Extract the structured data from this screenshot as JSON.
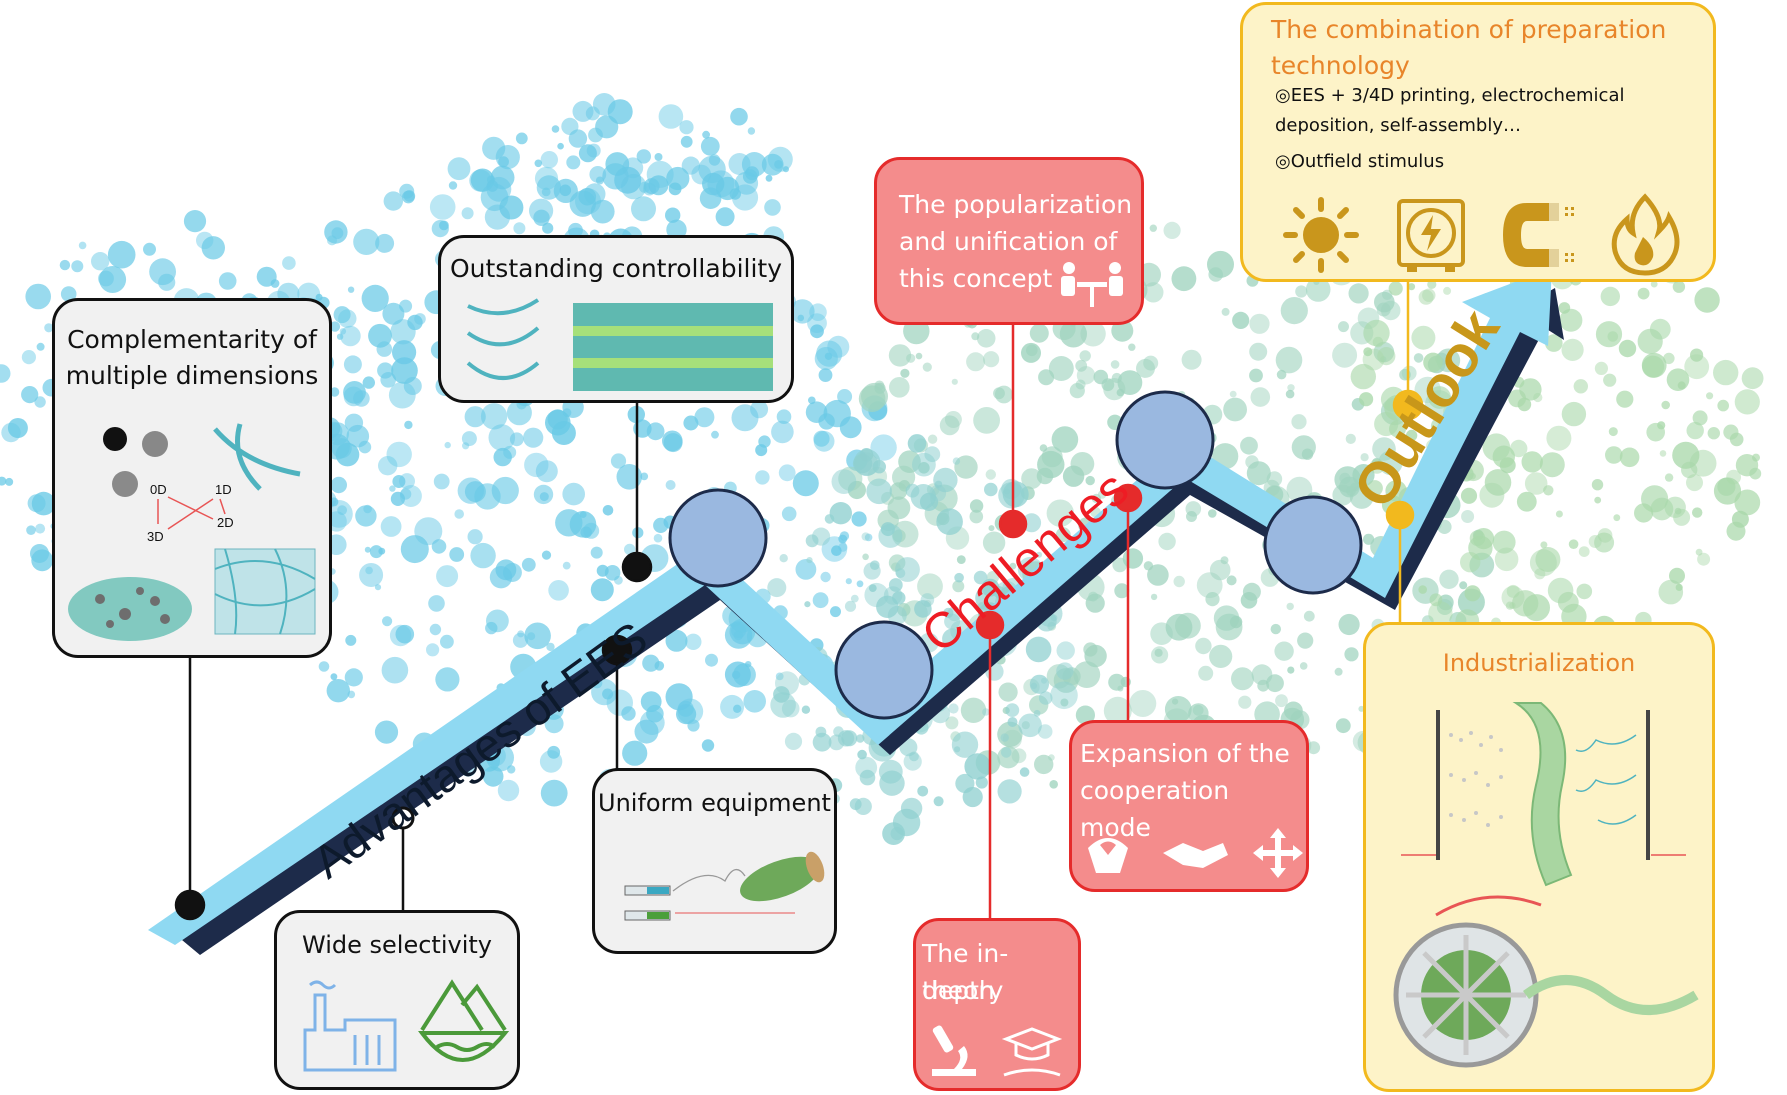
{
  "advantages": {
    "arrow_label": "Advantages of EES",
    "complementarity": {
      "title_line1": "Complementarity of",
      "title_line2": "multiple dimensions",
      "label_0d": "0D",
      "label_1d": "1D",
      "label_2d": "2D",
      "label_3d": "3D"
    },
    "controllability": {
      "title": "Outstanding controllability"
    },
    "uniform_equipment": {
      "title": "Uniform equipment"
    },
    "wide_selectivity": {
      "title": "Wide selectivity"
    }
  },
  "challenges": {
    "arrow_label": "Challenges",
    "popularization": {
      "line1": "The popularization",
      "line2": "and unification of",
      "line3": "this concept"
    },
    "expansion": {
      "line1": "Expansion of the",
      "line2": "cooperation mode"
    },
    "theory": {
      "line1": "The in-depth",
      "line2": "theory"
    }
  },
  "outlook": {
    "arrow_label": "Outlook",
    "combination": {
      "title_line1": "The combination of preparation",
      "title_line2": "technology",
      "bullet1_line1": "◎EES + 3/4D printing, electrochemical",
      "bullet1_line2": "deposition, self-assembly…",
      "bullet2": "◎Outfield stimulus"
    },
    "industrialization": {
      "title": "Industrialization"
    }
  },
  "colors": {
    "arrow_fill": "#8fd9f2",
    "node_fill": "#9ab8e0",
    "black_accent": "#111111",
    "red_accent": "#e52b2b",
    "yellow_accent": "#f2b91e",
    "outlook_text": "#c8971a",
    "orange_title": "#e8852a",
    "fiber": "#4fb3bf"
  },
  "icons": [
    "sun-icon",
    "electric-panel-icon",
    "magnet-icon",
    "flame-icon",
    "factory-icon",
    "mountains-icon",
    "meeting-icon",
    "handshake-icon",
    "heart-hands-icon",
    "arrows-icon",
    "microscope-icon",
    "graduation-cap-icon"
  ]
}
